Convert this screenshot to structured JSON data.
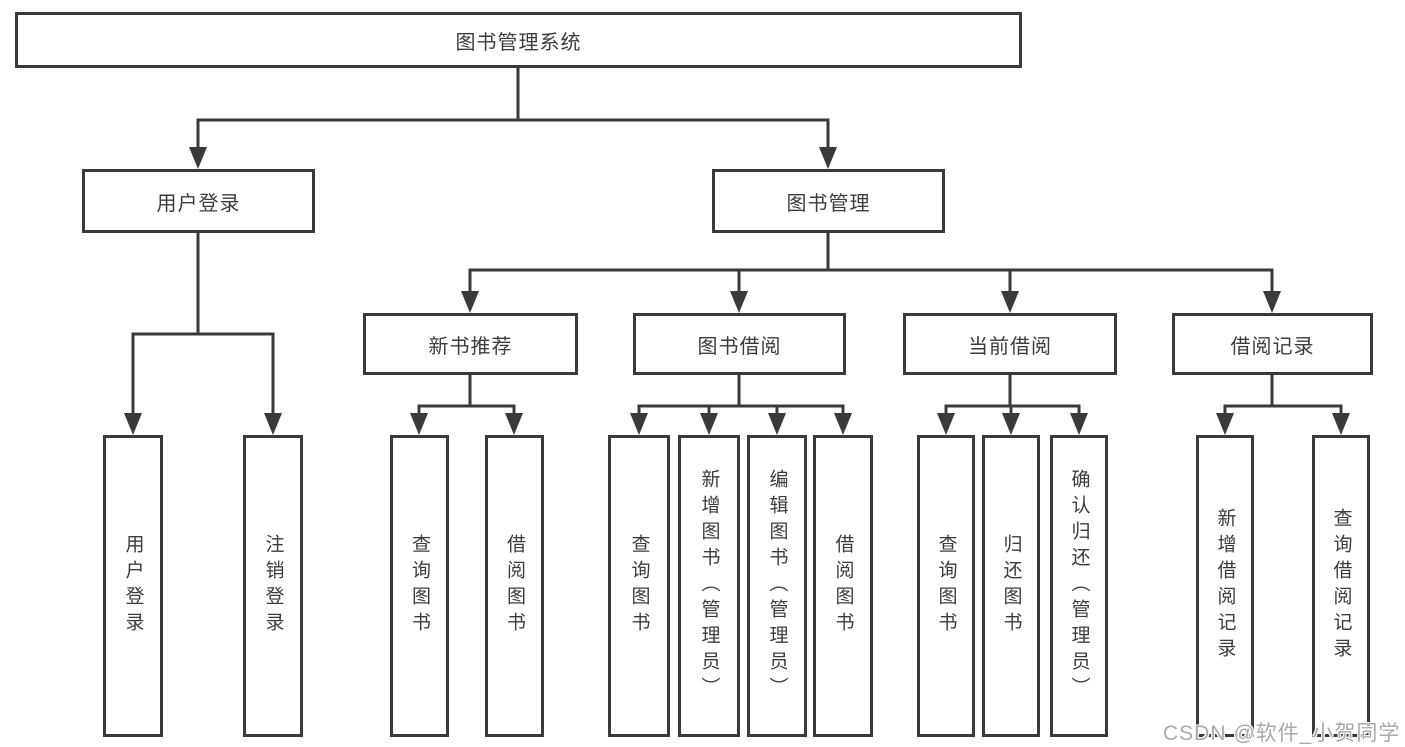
{
  "diagram": {
    "type": "hierarchy-diagram",
    "title": "图书管理系统",
    "colors": {
      "line": "#3a3a3a",
      "box_border": "#3a3a3a",
      "box_background": "#ffffff",
      "text": "#3c3c3c",
      "watermark_text": "#aaaaaa"
    },
    "nodes": {
      "root": {
        "label": "图书管理系统"
      },
      "user_login": {
        "label": "用户登录"
      },
      "book_mgmt": {
        "label": "图书管理"
      },
      "leaf_user_login": {
        "label": "用户登录"
      },
      "leaf_logout": {
        "label": "注销登录"
      },
      "new_book_rec": {
        "label": "新书推荐"
      },
      "book_borrow": {
        "label": "图书借阅"
      },
      "current_borrow": {
        "label": "当前借阅"
      },
      "borrow_records": {
        "label": "借阅记录"
      },
      "nbr_query": {
        "label": "查询图书"
      },
      "nbr_borrow": {
        "label": "借阅图书"
      },
      "bb_query": {
        "label": "查询图书"
      },
      "bb_add": {
        "label": "新增图书（管理员）"
      },
      "bb_edit": {
        "label": "编辑图书（管理员）"
      },
      "bb_borrow": {
        "label": "借阅图书"
      },
      "cb_query": {
        "label": "查询图书"
      },
      "cb_return": {
        "label": "归还图书"
      },
      "cb_confirm": {
        "label": "确认归还（管理员）"
      },
      "br_add": {
        "label": "新增借阅记录"
      },
      "br_query": {
        "label": "查询借阅记录"
      }
    },
    "edges": [
      [
        "root",
        "user_login"
      ],
      [
        "root",
        "book_mgmt"
      ],
      [
        "user_login",
        "leaf_user_login"
      ],
      [
        "user_login",
        "leaf_logout"
      ],
      [
        "book_mgmt",
        "new_book_rec"
      ],
      [
        "book_mgmt",
        "book_borrow"
      ],
      [
        "book_mgmt",
        "current_borrow"
      ],
      [
        "book_mgmt",
        "borrow_records"
      ],
      [
        "new_book_rec",
        "nbr_query"
      ],
      [
        "new_book_rec",
        "nbr_borrow"
      ],
      [
        "book_borrow",
        "bb_query"
      ],
      [
        "book_borrow",
        "bb_add"
      ],
      [
        "book_borrow",
        "bb_edit"
      ],
      [
        "book_borrow",
        "bb_borrow"
      ],
      [
        "current_borrow",
        "cb_query"
      ],
      [
        "current_borrow",
        "cb_return"
      ],
      [
        "current_borrow",
        "cb_confirm"
      ],
      [
        "borrow_records",
        "br_add"
      ],
      [
        "borrow_records",
        "br_query"
      ]
    ],
    "watermark": "CSDN @软件_小贺同学"
  }
}
